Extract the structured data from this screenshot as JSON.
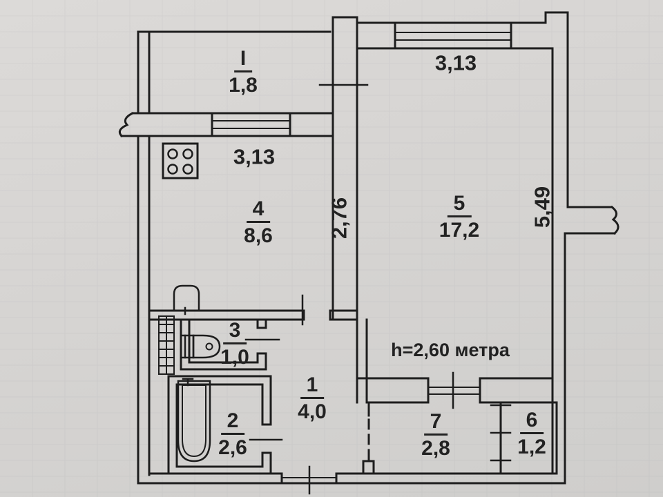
{
  "title": "Apartment floor plan (scanned)",
  "colors": {
    "paper": "#d6d4d2",
    "ink": "#1d1d1d"
  },
  "height_note": "h=2,60 метра",
  "rooms": {
    "balcony": {
      "number": "I",
      "area": "1,8"
    },
    "hall": {
      "number": "1",
      "area": "4,0"
    },
    "bath": {
      "number": "2",
      "area": "2,6"
    },
    "wc": {
      "number": "3",
      "area": "1,0"
    },
    "kitchen": {
      "number": "4",
      "area": "8,6"
    },
    "living": {
      "number": "5",
      "area": "17,2"
    },
    "closet": {
      "number": "6",
      "area": "1,2"
    },
    "corridor": {
      "number": "7",
      "area": "2,8"
    }
  },
  "dimensions": {
    "kitchen_window_width": "3,13",
    "living_window_width": "3,13",
    "kitchen_depth": "2,76",
    "living_depth": "5,49"
  },
  "icons": [
    "stove-icon",
    "sink-icon",
    "toilet-icon",
    "bathtub-icon",
    "vent-shaft-hatch",
    "wall-break-mark"
  ]
}
